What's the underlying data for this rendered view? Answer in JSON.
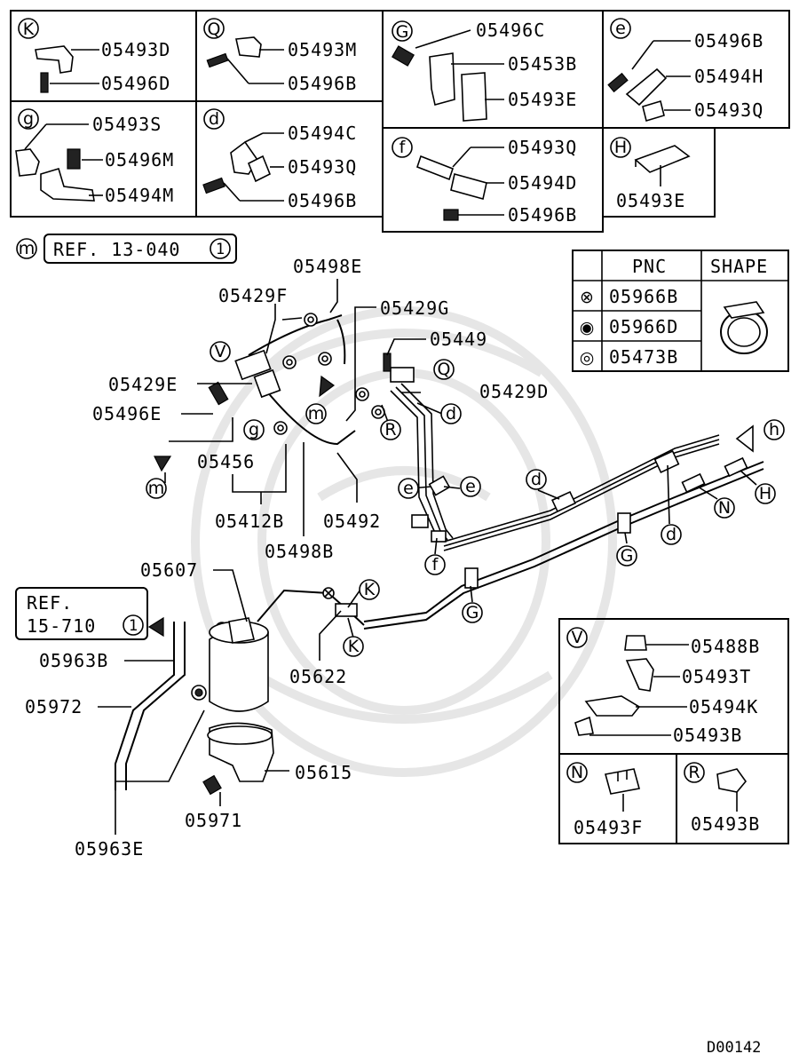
{
  "diagram_id": "D00142",
  "insets": {
    "K": {
      "letter": "K",
      "parts": [
        "05493D",
        "05496D"
      ]
    },
    "Q": {
      "letter": "Q",
      "parts": [
        "05493M",
        "05496B"
      ]
    },
    "G": {
      "letter": "G",
      "parts": [
        "05496C",
        "05453B",
        "05493E"
      ]
    },
    "e": {
      "letter": "e",
      "parts": [
        "05496B",
        "05494H",
        "05493Q"
      ]
    },
    "g": {
      "letter": "g",
      "parts": [
        "05493S",
        "05496M",
        "05494M"
      ]
    },
    "d": {
      "letter": "d",
      "parts": [
        "05494C",
        "05493Q",
        "05496B"
      ]
    },
    "f": {
      "letter": "f",
      "parts": [
        "05493Q",
        "05494D",
        "05496B"
      ]
    },
    "H": {
      "letter": "H",
      "parts": [
        "05493E"
      ]
    },
    "V": {
      "letter": "V",
      "parts": [
        "05488B",
        "05493T",
        "05494K",
        "05493B"
      ]
    },
    "N": {
      "letter": "N",
      "parts": [
        "05493F"
      ]
    },
    "R": {
      "letter": "R",
      "parts": [
        "05493B"
      ]
    }
  },
  "pnc_table": {
    "headers": [
      "PNC",
      "SHAPE"
    ],
    "rows": [
      {
        "symbol": "⊗",
        "pnc": "05966B"
      },
      {
        "symbol": "◉",
        "pnc": "05966D"
      },
      {
        "symbol": "◎",
        "pnc": "05473B"
      }
    ]
  },
  "refs": {
    "ref1": {
      "letter": "m",
      "text": "REF. 13-040",
      "num": "1"
    },
    "ref2": {
      "line1": "REF.",
      "line2": "15-710",
      "num": "1"
    }
  },
  "callouts": {
    "c05498E": "05498E",
    "c05429F": "05429F",
    "c05429G": "05429G",
    "c05449": "05449",
    "c05429E": "05429E",
    "c05496E": "05496E",
    "c05429D": "05429D",
    "c05456": "05456",
    "c05412B": "05412B",
    "c05492": "05492",
    "c05498B": "05498B",
    "c05607": "05607",
    "c05963B": "05963B",
    "c05972": "05972",
    "c05622": "05622",
    "c05615": "05615",
    "c05971": "05971",
    "c05963E": "05963E"
  },
  "letters": {
    "V": "V",
    "Q": "Q",
    "R": "R",
    "m": "m",
    "g": "g",
    "d": "d",
    "e": "e",
    "f": "f",
    "G": "G",
    "N": "N",
    "H": "H",
    "h": "h",
    "K": "K"
  }
}
